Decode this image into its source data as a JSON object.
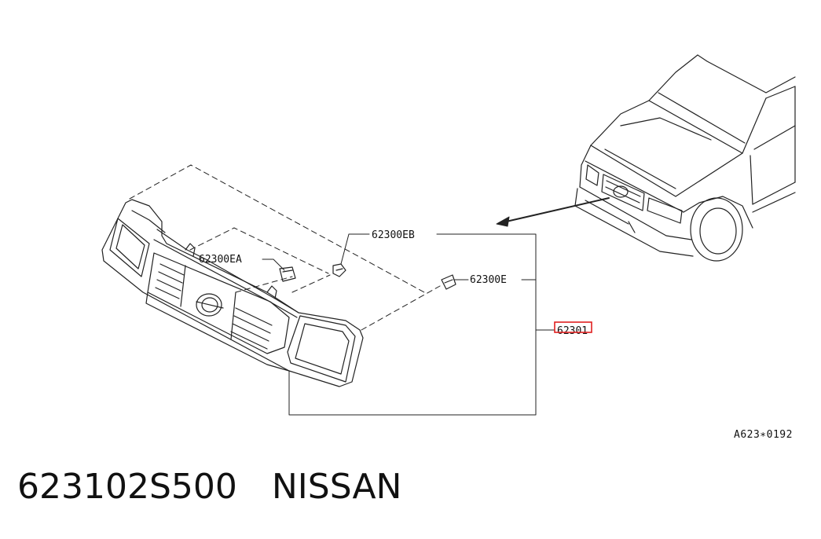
{
  "callouts": {
    "p1": "62300EB",
    "p2": "62300EA",
    "p3": "62300E",
    "p4": "62301"
  },
  "highlight_color": "#e02020",
  "reference_code": "A623∗0192",
  "caption": {
    "part_number": "623102S500",
    "brand": "NISSAN"
  }
}
